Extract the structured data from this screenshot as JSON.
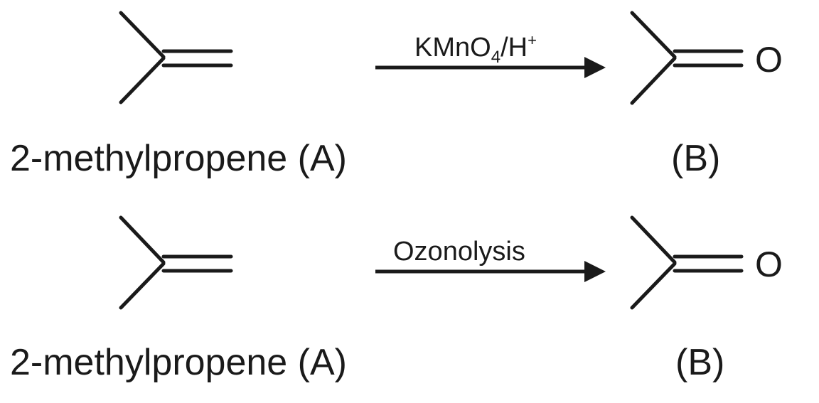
{
  "reactions": [
    {
      "reagent": {
        "main": "KMnO",
        "subscript": "4",
        "separator": "/",
        "tail": "H",
        "superscript": "+"
      },
      "reactant_label": "2-methylpropene (A)",
      "product_label": "(B)",
      "product_atom": "O"
    },
    {
      "reagent": {
        "main": "Ozonolysis",
        "subscript": "",
        "separator": "",
        "tail": "",
        "superscript": ""
      },
      "reactant_label": "2-methylpropene (A)",
      "product_label": "(B)",
      "product_atom": "O"
    }
  ],
  "colors": {
    "ink": "#1a1a1a",
    "background": "#ffffff"
  }
}
